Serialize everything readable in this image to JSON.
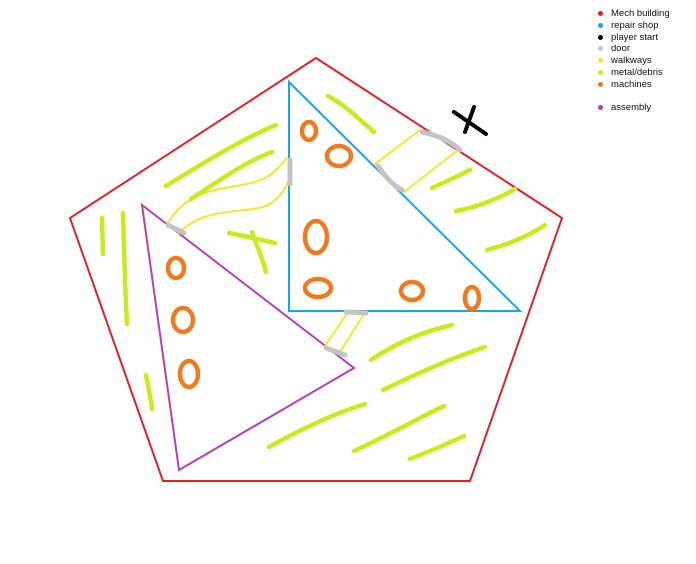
{
  "legend": {
    "items": [
      {
        "label": "Mech building",
        "color": "#e0202a",
        "icon": "dot"
      },
      {
        "label": "repair  shop",
        "color": "#1aa3e8",
        "icon": "dot"
      },
      {
        "label": "player start",
        "color": "#000000",
        "icon": "dot"
      },
      {
        "label": "door",
        "color": "#c4c4c4",
        "icon": "dot"
      },
      {
        "label": "walkways",
        "color": "#f4e62a",
        "icon": "dot"
      },
      {
        "label": "metal/debris",
        "color": "#c6ec1c",
        "icon": "dot"
      },
      {
        "label": "machines",
        "color": "#f07a20",
        "icon": "dot"
      },
      {
        "label": "assembly",
        "color": "#b440b4",
        "icon": "dot"
      }
    ]
  },
  "map": {
    "player_start_marker": "X",
    "colors": {
      "mech_building": "#e0202a",
      "repair_shop": "#1aa3e8",
      "assembly": "#b440b4",
      "door": "#c4c4c4",
      "walkway": "#f4e62a",
      "debris": "#c6ec1c",
      "machine": "#f07a20",
      "player_start": "#000000"
    }
  }
}
